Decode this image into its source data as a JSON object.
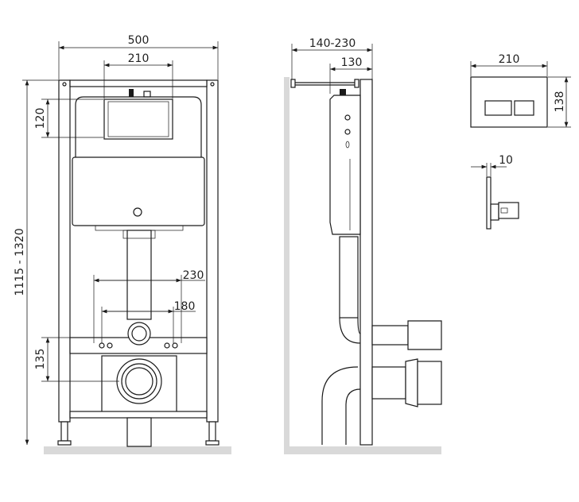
{
  "front_view": {
    "width_total": "500",
    "flush_width": "210",
    "flush_height": "120",
    "height_range": "1115 - 1320",
    "stud_spacing_outer": "230",
    "stud_spacing_inner": "180",
    "outlet_height": "135"
  },
  "side_view": {
    "depth_range": "140-230",
    "frame_depth": "130"
  },
  "flush_plate": {
    "width": "210",
    "height": "138",
    "thickness": "10"
  }
}
